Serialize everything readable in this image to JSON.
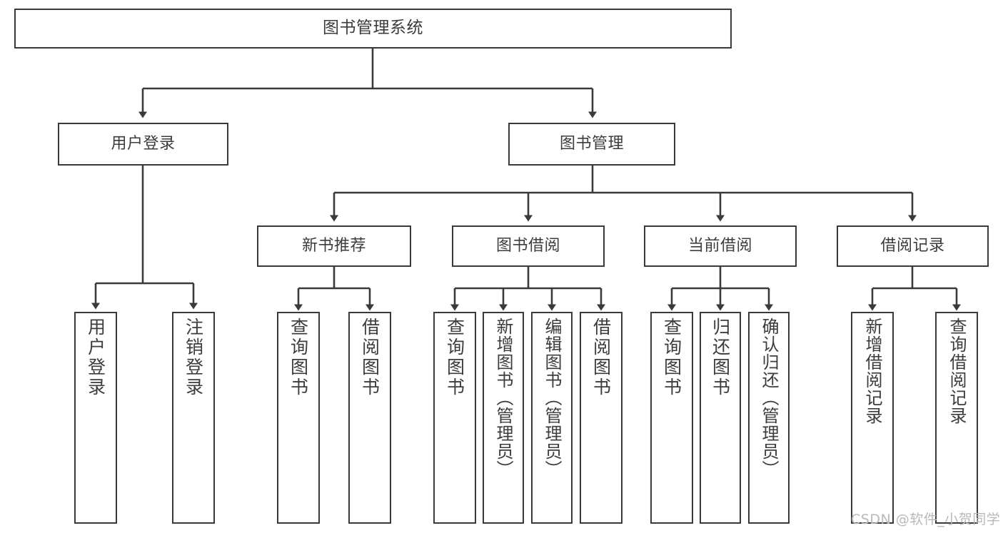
{
  "diagram": {
    "title": "图书管理系统",
    "type": "tree-hierarchy",
    "background": "#ffffff",
    "line_color": "#3a3a3a",
    "text_color": "#3c3c3c"
  },
  "root": {
    "label": "图书管理系统"
  },
  "level2": [
    {
      "id": "user-login",
      "label": "用户登录"
    },
    {
      "id": "book-manage",
      "label": "图书管理"
    }
  ],
  "level3": [
    {
      "id": "new-book-rec",
      "label": "新书推荐"
    },
    {
      "id": "book-borrow",
      "label": "图书借阅"
    },
    {
      "id": "current-borrow",
      "label": "当前借阅"
    },
    {
      "id": "borrow-record",
      "label": "借阅记录"
    }
  ],
  "leaves": {
    "user_login": [
      {
        "id": "leaf-user-login",
        "label": "用户登录"
      },
      {
        "id": "leaf-user-logout",
        "label": "注销登录"
      }
    ],
    "new_book_rec": [
      {
        "id": "leaf-query-book-1",
        "label": "查询图书"
      },
      {
        "id": "leaf-borrow-book-1",
        "label": "借阅图书"
      }
    ],
    "book_borrow": [
      {
        "id": "leaf-query-book-2",
        "label": "查询图书"
      },
      {
        "id": "leaf-add-book",
        "label": "新增图书（管理员）"
      },
      {
        "id": "leaf-edit-book",
        "label": "编辑图书（管理员）"
      },
      {
        "id": "leaf-borrow-book-2",
        "label": "借阅图书"
      }
    ],
    "current_borrow": [
      {
        "id": "leaf-query-book-3",
        "label": "查询图书"
      },
      {
        "id": "leaf-return-book",
        "label": "归还图书"
      },
      {
        "id": "leaf-confirm-return",
        "label": "确认归还（管理员）"
      }
    ],
    "borrow_record": [
      {
        "id": "leaf-add-record",
        "label": "新增借阅记录"
      },
      {
        "id": "leaf-query-record",
        "label": "查询借阅记录"
      }
    ]
  },
  "watermark": {
    "text": "CSDN @软件_小贺同学"
  }
}
